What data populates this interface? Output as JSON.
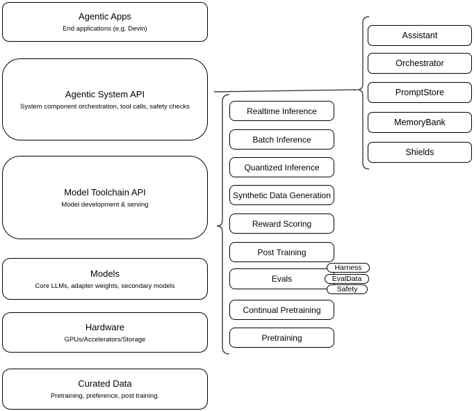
{
  "left_stack": {
    "items": [
      {
        "title": "Agentic Apps",
        "subtitle": "End applications (e.g. Devin)"
      },
      {
        "title": "Agentic System API",
        "subtitle": "System component orchestration, tool calls, safety checks"
      },
      {
        "title": "Model Toolchain API",
        "subtitle": "Model development & serving"
      },
      {
        "title": "Models",
        "subtitle": "Core LLMs, adapter weights, secondary models"
      },
      {
        "title": "Hardware",
        "subtitle": "GPUs/Accelerators/Storage"
      },
      {
        "title": "Curated Data",
        "subtitle": "Pretraining, preference, post training."
      }
    ]
  },
  "toolchain_stack": {
    "items": [
      "Realtime Inference",
      "Batch Inference",
      "Quantized Inference",
      "Synthetic Data Generation",
      "Reward Scoring",
      "Post Training",
      "Evals",
      "Continual Pretraining",
      "Pretraining"
    ]
  },
  "evals_tags": {
    "items": [
      "Harness",
      "EvalData",
      "Safety"
    ]
  },
  "system_stack": {
    "items": [
      "Assistant",
      "Orchestrator",
      "PromptStore",
      "MemoryBank",
      "Shields"
    ]
  },
  "colors": {
    "box_border": "#000000",
    "box_fill": "#ffffff",
    "connector": "#3d3d3d",
    "background": "#ffffff"
  }
}
